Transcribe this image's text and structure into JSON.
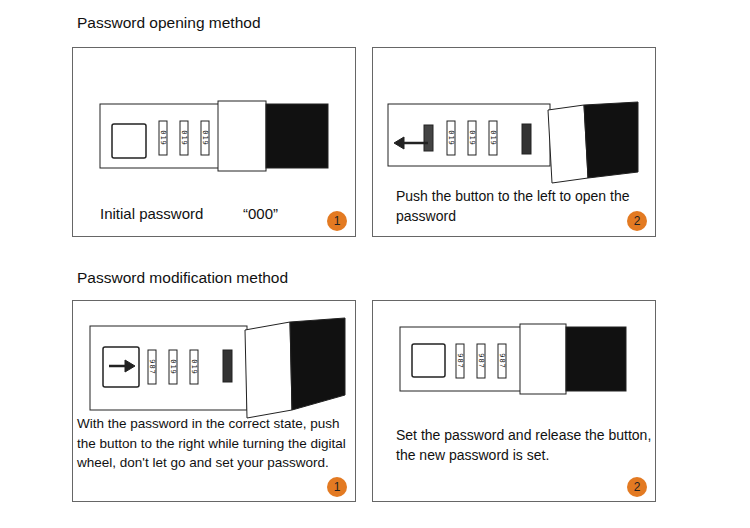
{
  "diagram": {
    "nodes": [
      {
        "text": [
          "Initial password",
          "“000”"
        ]
      },
      {
        "text": [
          "1"
        ],
        "in": 0
      },
      {
        "text": [
          "Push the button to the left to open the password"
        ]
      },
      {
        "text": [
          "2"
        ],
        "in": 2
      },
      {
        "text": [
          "With the password in the correct state, push the button to the right while turning the digital wheel, don't let go and set your password."
        ]
      },
      {
        "text": [
          "1"
        ],
        "in": 4
      },
      {
        "text": [
          "Set the password and release the button, the new password is set."
        ]
      },
      {
        "text": [
          "2"
        ],
        "in": 6
      }
    ],
    "labels": [
      "Password opening method",
      "Password modification method",
      "019",
      "019",
      "019",
      "019",
      "019",
      "019",
      "987",
      "019",
      "019",
      "987",
      "987",
      "987"
    ]
  }
}
